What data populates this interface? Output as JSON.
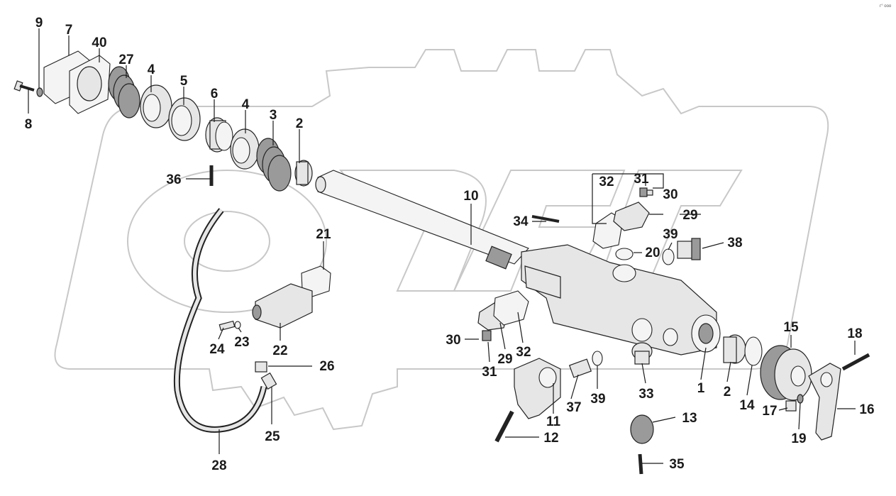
{
  "corner_code": "г° ооо",
  "callouts": [
    {
      "id": "p9",
      "label": "9"
    },
    {
      "id": "p7",
      "label": "7"
    },
    {
      "id": "p40",
      "label": "40"
    },
    {
      "id": "p27",
      "label": "27"
    },
    {
      "id": "p4a",
      "label": "4"
    },
    {
      "id": "p5",
      "label": "5"
    },
    {
      "id": "p6",
      "label": "6"
    },
    {
      "id": "p4b",
      "label": "4"
    },
    {
      "id": "p3",
      "label": "3"
    },
    {
      "id": "p2a",
      "label": "2"
    },
    {
      "id": "p8",
      "label": "8"
    },
    {
      "id": "p36",
      "label": "36"
    },
    {
      "id": "p10",
      "label": "10"
    },
    {
      "id": "p32a",
      "label": "32"
    },
    {
      "id": "p31a",
      "label": "31"
    },
    {
      "id": "p30a",
      "label": "30"
    },
    {
      "id": "p29a",
      "label": "29"
    },
    {
      "id": "p34",
      "label": "34"
    },
    {
      "id": "p39a",
      "label": "39"
    },
    {
      "id": "p38",
      "label": "38"
    },
    {
      "id": "p20",
      "label": "20"
    },
    {
      "id": "p21",
      "label": "21"
    },
    {
      "id": "p30b",
      "label": "30"
    },
    {
      "id": "p29b",
      "label": "29"
    },
    {
      "id": "p32b",
      "label": "32"
    },
    {
      "id": "p31b",
      "label": "31"
    },
    {
      "id": "p24",
      "label": "24"
    },
    {
      "id": "p23",
      "label": "23"
    },
    {
      "id": "p22",
      "label": "22"
    },
    {
      "id": "p26",
      "label": "26"
    },
    {
      "id": "p25",
      "label": "25"
    },
    {
      "id": "p28",
      "label": "28"
    },
    {
      "id": "p15",
      "label": "15"
    },
    {
      "id": "p18",
      "label": "18"
    },
    {
      "id": "p1",
      "label": "1"
    },
    {
      "id": "p2b",
      "label": "2"
    },
    {
      "id": "p14",
      "label": "14"
    },
    {
      "id": "p17",
      "label": "17"
    },
    {
      "id": "p19",
      "label": "19"
    },
    {
      "id": "p16",
      "label": "16"
    },
    {
      "id": "p33",
      "label": "33"
    },
    {
      "id": "p39b",
      "label": "39"
    },
    {
      "id": "p37",
      "label": "37"
    },
    {
      "id": "p11",
      "label": "11"
    },
    {
      "id": "p12",
      "label": "12"
    },
    {
      "id": "p13",
      "label": "13"
    },
    {
      "id": "p35",
      "label": "35"
    }
  ]
}
